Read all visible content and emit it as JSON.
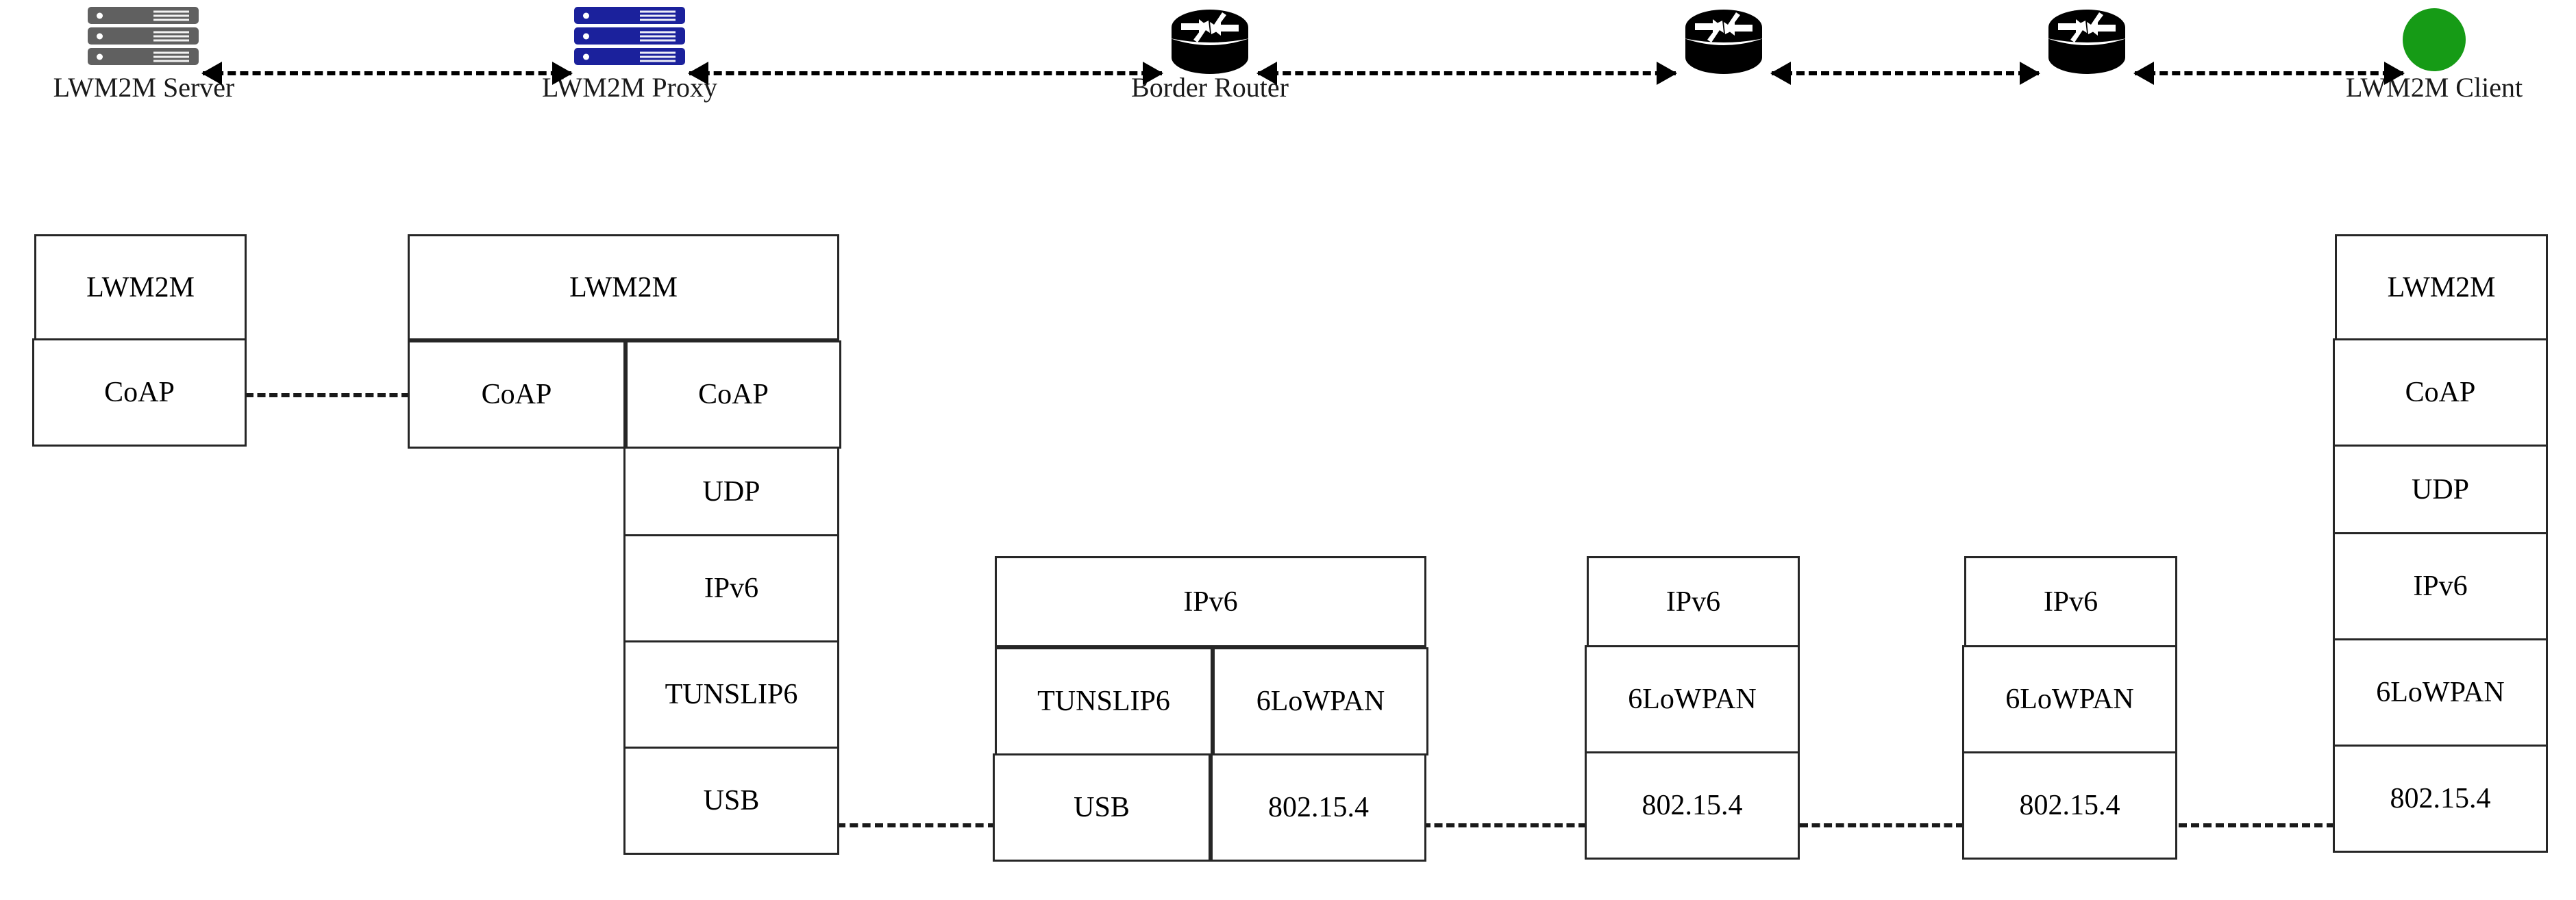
{
  "diagram": {
    "title": "LWM2M over 6LoWPAN protocol stack topology",
    "colors": {
      "server_gray": "#606060",
      "proxy_blue": "#1b219c",
      "router_black": "#000000",
      "client_green": "#169b16",
      "box_border": "#262626",
      "link_dash": "#000000"
    }
  },
  "nodes": [
    {
      "id": "server",
      "label": "LWM2M Server",
      "icon": "server-rack-icon",
      "color": "#606060"
    },
    {
      "id": "proxy",
      "label": "LWM2M Proxy",
      "icon": "server-rack-icon",
      "color": "#1b219c"
    },
    {
      "id": "border-router",
      "label": "Border Router",
      "icon": "router-icon",
      "color": "#000000"
    },
    {
      "id": "router-2",
      "label": "",
      "icon": "router-icon",
      "color": "#000000"
    },
    {
      "id": "router-3",
      "label": "",
      "icon": "router-icon",
      "color": "#000000"
    },
    {
      "id": "client",
      "label": "LWM2M Client",
      "icon": "circle-node-icon",
      "color": "#169b16"
    }
  ],
  "links": [
    {
      "from": "server",
      "to": "proxy",
      "style": "dashed",
      "arrows": "both"
    },
    {
      "from": "proxy",
      "to": "border-router",
      "style": "dashed",
      "arrows": "both"
    },
    {
      "from": "border-router",
      "to": "router-2",
      "style": "dashed",
      "arrows": "both"
    },
    {
      "from": "router-2",
      "to": "router-3",
      "style": "dashed",
      "arrows": "both"
    },
    {
      "from": "router-3",
      "to": "client",
      "style": "dashed",
      "arrows": "both"
    }
  ],
  "stacks": {
    "server": {
      "node": "server",
      "layers": [
        "LWM2M",
        "CoAP"
      ]
    },
    "proxy": {
      "node": "proxy",
      "top_layer": "LWM2M",
      "left_column": [
        "CoAP"
      ],
      "right_column": [
        "CoAP",
        "UDP",
        "IPv6",
        "TUNSLIP6",
        "USB"
      ]
    },
    "border_router": {
      "node": "border-router",
      "top_layer": "IPv6",
      "left_column": [
        "TUNSLIP6",
        "USB"
      ],
      "right_column": [
        "6LoWPAN",
        "802.15.4"
      ]
    },
    "router_2": {
      "node": "router-2",
      "layers": [
        "IPv6",
        "6LoWPAN",
        "802.15.4"
      ]
    },
    "router_3": {
      "node": "router-3",
      "layers": [
        "IPv6",
        "6LoWPAN",
        "802.15.4"
      ]
    },
    "client": {
      "node": "client",
      "layers": [
        "LWM2M",
        "CoAP",
        "UDP",
        "IPv6",
        "6LoWPAN",
        "802.15.4"
      ]
    }
  },
  "peer_links": [
    {
      "layer": "CoAP",
      "from": "server",
      "to": "proxy",
      "style": "dashed"
    },
    {
      "layer": "USB",
      "from": "proxy",
      "to": "border-router",
      "style": "dashed"
    },
    {
      "layer": "802.15.4",
      "from": "border-router",
      "to": "router-2",
      "style": "dashed"
    },
    {
      "layer": "802.15.4",
      "from": "router-2",
      "to": "router-3",
      "style": "dashed"
    },
    {
      "layer": "802.15.4",
      "from": "router-3",
      "to": "client",
      "style": "dashed"
    }
  ]
}
